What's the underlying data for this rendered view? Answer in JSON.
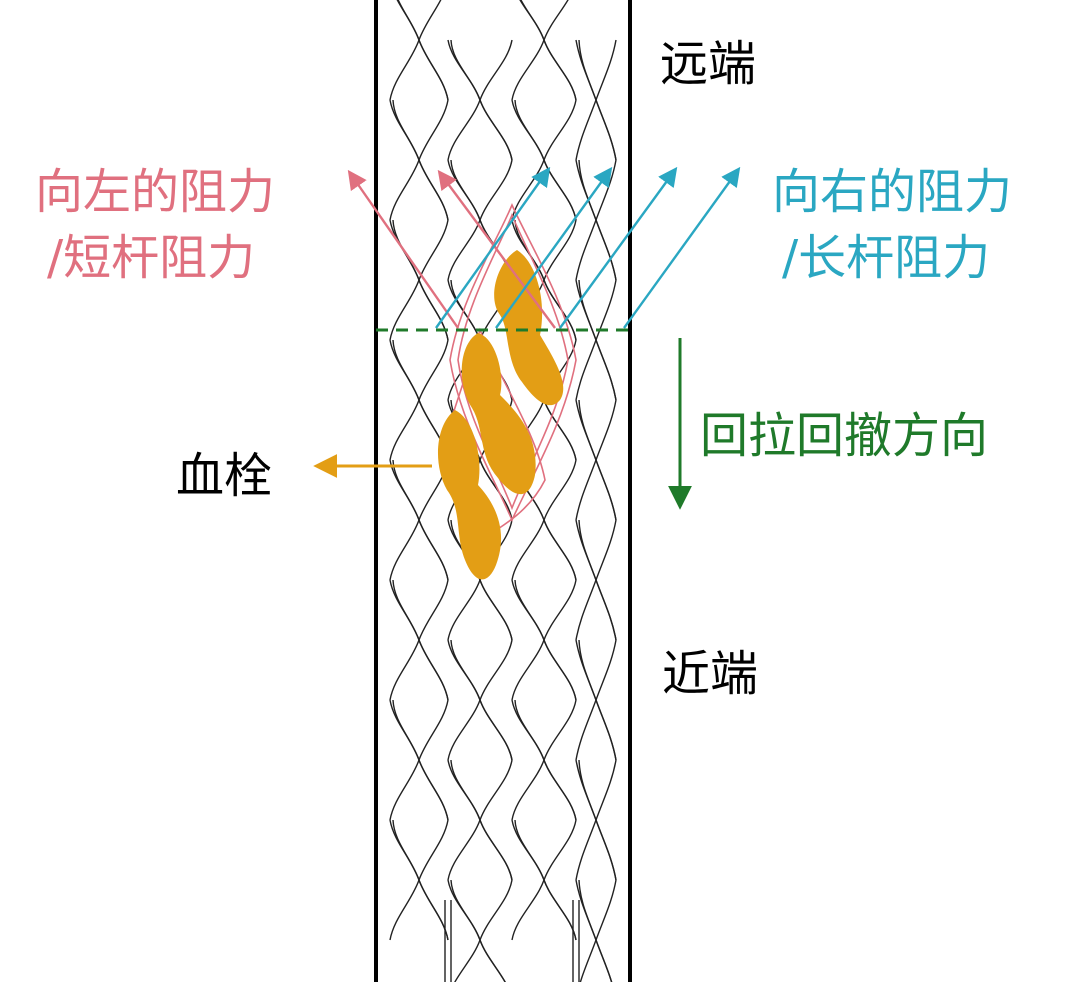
{
  "labels": {
    "distal": "远端",
    "proximal": "近端",
    "left_resistance_line1": "向左的阻力",
    "left_resistance_line2": "/短杆阻力",
    "right_resistance_line1": "向右的阻力",
    "right_resistance_line2": "/长杆阻力",
    "pullback_direction": "回拉回撤方向",
    "thrombus": "血栓"
  },
  "colors": {
    "left_resistance": "#e0707f",
    "right_resistance": "#2aa7c2",
    "pullback": "#1f7a2a",
    "thrombus": "#e39e15",
    "stent": "#222222",
    "vessel": "#000000"
  },
  "icons": {
    "left_arrow": "arrow-up-left-icon",
    "right_arrow": "arrow-up-right-icon",
    "pullback_arrow": "arrow-down-icon",
    "thrombus_pointer": "arrow-left-icon"
  }
}
